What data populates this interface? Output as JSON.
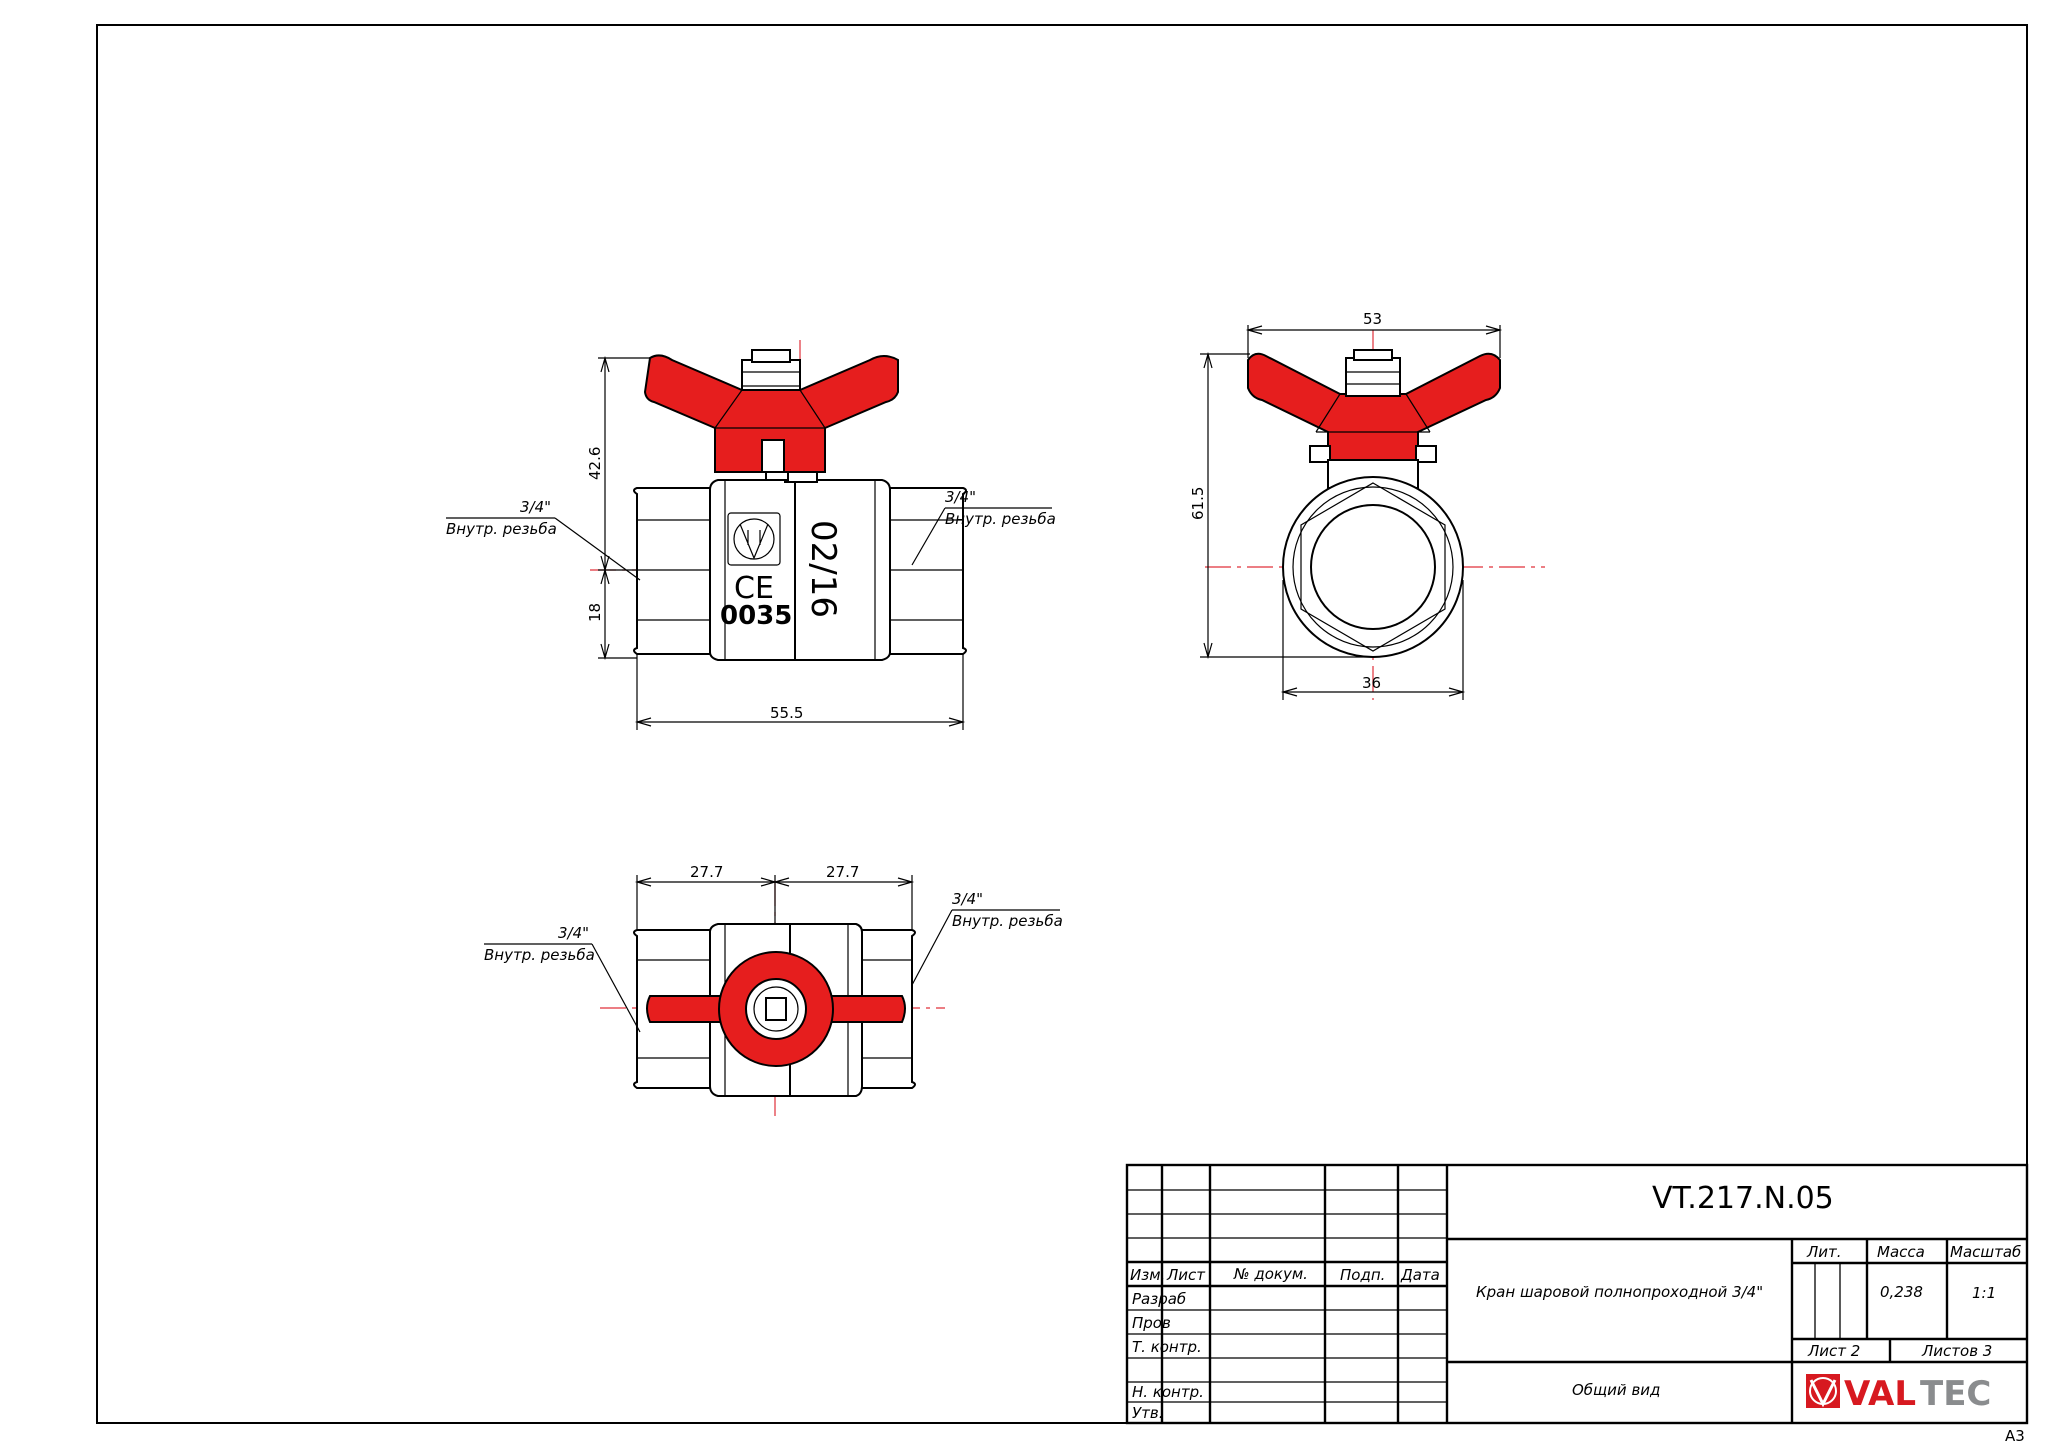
{
  "drawing": {
    "dims": {
      "h_total": "42.6",
      "h_lower": "18",
      "width_front": "55.5",
      "handle_width": "53",
      "height_side": "61.5",
      "hex_width": "36",
      "half_left": "27.7",
      "half_right": "27.7"
    },
    "threads": {
      "size": "3/4\"",
      "note": "Внутр. резьба"
    },
    "body_marks": {
      "ce": "CE",
      "number": "0035",
      "date": "02/16"
    }
  },
  "title_block": {
    "code": "VT.217.N.05",
    "name": "Кран шаровой полнопроходной 3/4\"",
    "view": "Общий вид",
    "headers": {
      "izm": "Изм.",
      "list": "Лист",
      "doc": "№ докум.",
      "sign": "Подп.",
      "date": "Дата"
    },
    "roles": {
      "razrab": "Разраб",
      "prov": "Пров",
      "tkontr": "Т. контр.",
      "nkontr": "Н. контр.",
      "utv": "Утв."
    },
    "lit_label": "Лит.",
    "mass_label": "Масса",
    "scale_label": "Масштаб",
    "mass": "0,238",
    "scale": "1:1",
    "sheet": "Лист 2",
    "sheets": "Листов 3",
    "logo": "VALTEC"
  },
  "format": "A3",
  "colors": {
    "handle": "#e61e1e",
    "axis": "#e0303a",
    "logo_red": "#d71920",
    "logo_grey": "#8a8c8e"
  }
}
